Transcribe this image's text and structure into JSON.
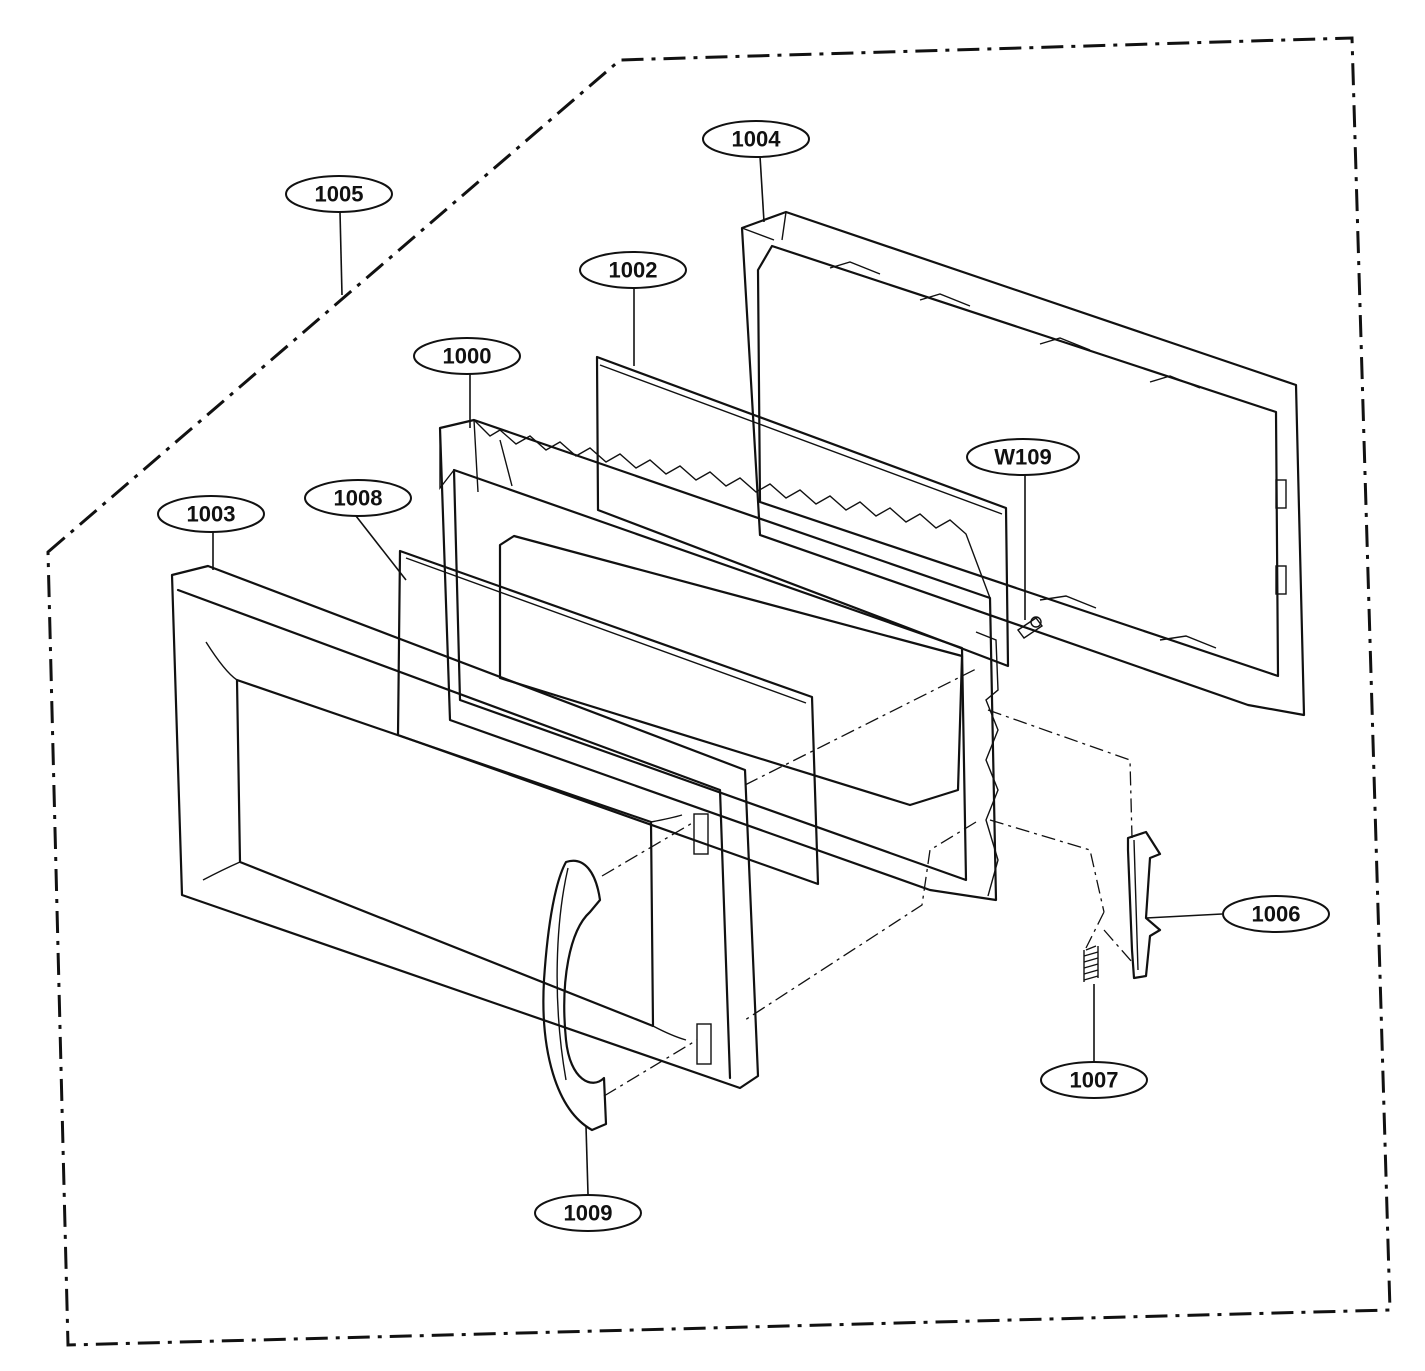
{
  "callouts": [
    {
      "id": "1005",
      "label": "1005"
    },
    {
      "id": "1004",
      "label": "1004"
    },
    {
      "id": "1002",
      "label": "1002"
    },
    {
      "id": "1000",
      "label": "1000"
    },
    {
      "id": "W109",
      "label": "W109"
    },
    {
      "id": "1003",
      "label": "1003"
    },
    {
      "id": "1008",
      "label": "1008"
    },
    {
      "id": "1006",
      "label": "1006"
    },
    {
      "id": "1007",
      "label": "1007"
    },
    {
      "id": "1009",
      "label": "1009"
    }
  ]
}
